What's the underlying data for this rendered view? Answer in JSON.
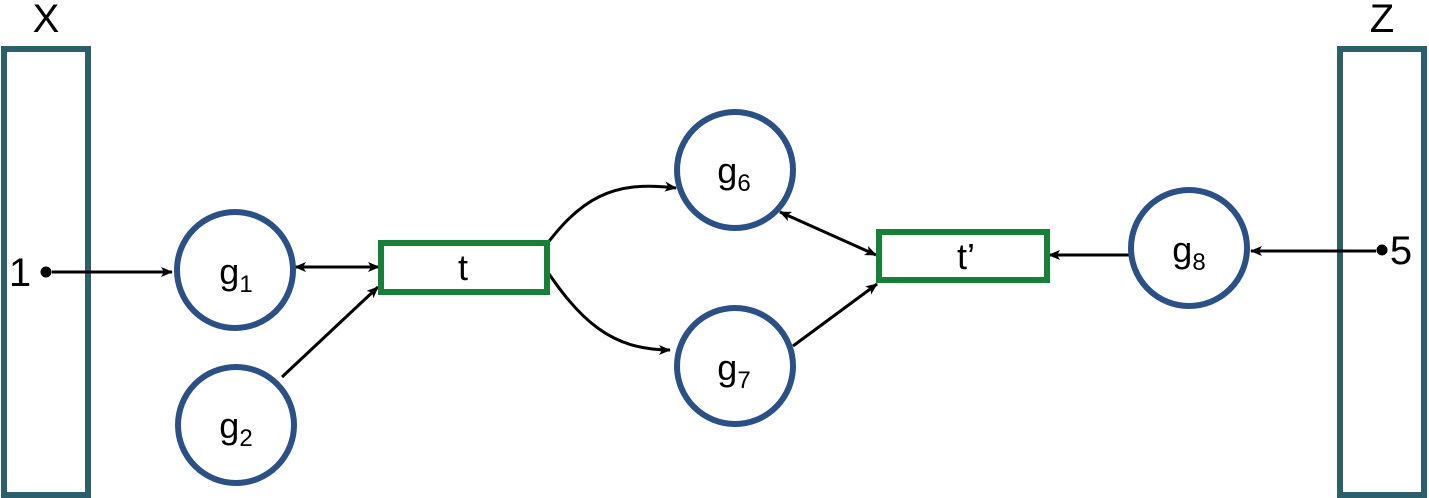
{
  "colors": {
    "port": "#2b5f6b",
    "place": "#2b5086",
    "transition": "#168038",
    "edge": "#000000"
  },
  "ports": {
    "left": {
      "label": "X",
      "marker": "1"
    },
    "right": {
      "label": "Z",
      "marker": "5"
    }
  },
  "places": [
    {
      "id": "g1",
      "base": "g",
      "sub": "1"
    },
    {
      "id": "g2",
      "base": "g",
      "sub": "2"
    },
    {
      "id": "g6",
      "base": "g",
      "sub": "6"
    },
    {
      "id": "g7",
      "base": "g",
      "sub": "7"
    },
    {
      "id": "g8",
      "base": "g",
      "sub": "8"
    }
  ],
  "transitions": [
    {
      "id": "t",
      "label": "t"
    },
    {
      "id": "t_prime",
      "label": "t’"
    }
  ],
  "edges": [
    {
      "from": "1",
      "to": "g1",
      "type": "single"
    },
    {
      "from": "g1",
      "to": "t",
      "type": "bidirectional"
    },
    {
      "from": "g2",
      "to": "t",
      "type": "single"
    },
    {
      "from": "t",
      "to": "g6",
      "type": "single"
    },
    {
      "from": "t",
      "to": "g7",
      "type": "single"
    },
    {
      "from": "g6",
      "to": "t’",
      "type": "bidirectional"
    },
    {
      "from": "g7",
      "to": "t’",
      "type": "single"
    },
    {
      "from": "g8",
      "to": "t’",
      "type": "single"
    },
    {
      "from": "5",
      "to": "g8",
      "type": "single"
    }
  ]
}
